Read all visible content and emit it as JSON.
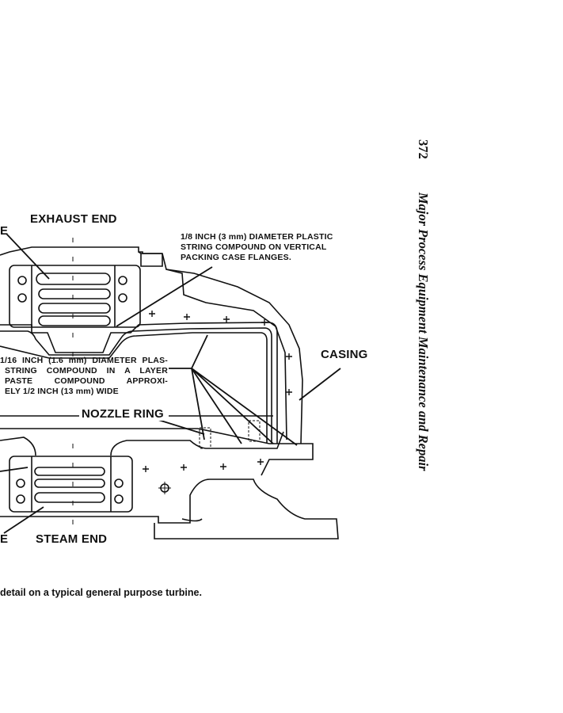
{
  "running_header": {
    "page_number": "372",
    "book_title": "Major Process Equipment Maintenance and Repair"
  },
  "figure": {
    "labels": {
      "exhaust_end": "EXHAUST END",
      "steam_end": "STEAM END",
      "casing": "CASING",
      "nozzle_ring": "NOZZLE RING",
      "cut_label_top": "E",
      "cut_label_bottom": "E",
      "note_eighth_inch": [
        "1/8 INCH (3 mm) DIAMETER PLASTIC",
        "STRING COMPOUND ON VERTICAL",
        "PACKING CASE FLANGES."
      ],
      "note_sixteenth_inch": [
        "1/16 INCH (1.6 mm) DIAMETER PLAS-",
        "STRING COMPOUND IN A LAYER",
        "PASTE COMPOUND APPROXI-",
        "ELY 1/2 INCH (13 mm) WIDE"
      ]
    },
    "caption": "detail on a typical general purpose turbine."
  }
}
